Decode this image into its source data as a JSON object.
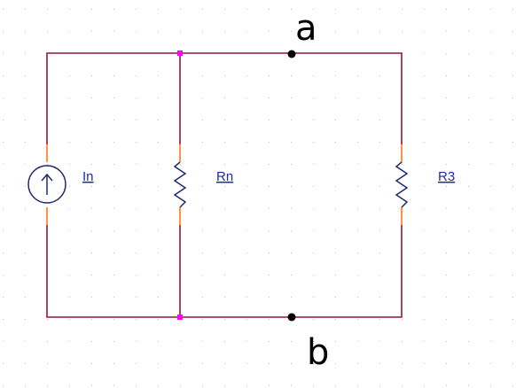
{
  "circuit": {
    "nodes": {
      "a": "a",
      "b": "b"
    },
    "components": {
      "source": {
        "label": "In",
        "kind": "current-source",
        "arrow": "up"
      },
      "rn": {
        "label": "Rn",
        "kind": "resistor"
      },
      "r3": {
        "label": "R3",
        "kind": "resistor"
      }
    }
  },
  "colors": {
    "wire": "#8b1a3a",
    "lead": "#ff7a1a",
    "symbol": "#1f2a6b",
    "label": "#1a2ea8",
    "junction": "#ff00ff",
    "grid_dot": "#c0c0c0",
    "background": "#ffffff"
  }
}
